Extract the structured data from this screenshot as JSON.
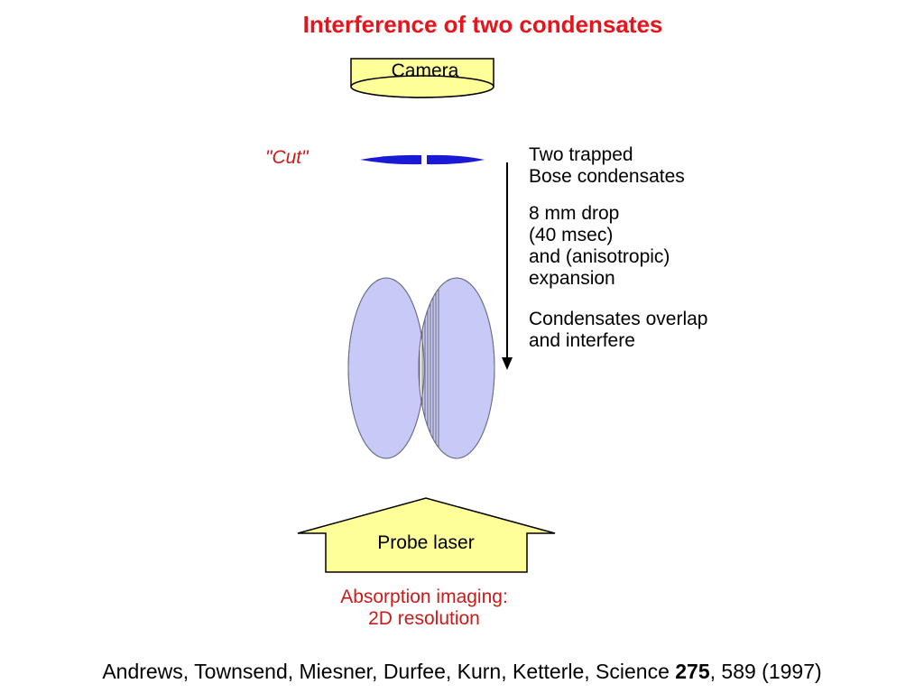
{
  "title": "Interference of two condensates",
  "camera_label": "Camera",
  "cut_label": "\"Cut\"",
  "steps": [
    {
      "lines": [
        "Two trapped",
        "Bose condensates"
      ]
    },
    {
      "lines": [
        "8 mm drop",
        "(40 msec)",
        "and (anisotropic)",
        "expansion"
      ]
    },
    {
      "lines": [
        "Condensates overlap",
        "and interfere"
      ]
    }
  ],
  "probe_label": "Probe laser",
  "absorption_lines": [
    "Absorption imaging:",
    "2D resolution"
  ],
  "citation": {
    "authors": "Andrews, Townsend, Miesner, Durfee, Kurn, Ketterle, Science ",
    "volume": "275",
    "rest": ", 589 (1997)"
  },
  "colors": {
    "title": "#e8141c",
    "camera_fill": "#ffff99",
    "condensate": "#1a1ad4",
    "cloud_fill": "#c7c9f7",
    "cloud_stroke": "#7c80c0",
    "probe_fill": "#ffff99"
  }
}
